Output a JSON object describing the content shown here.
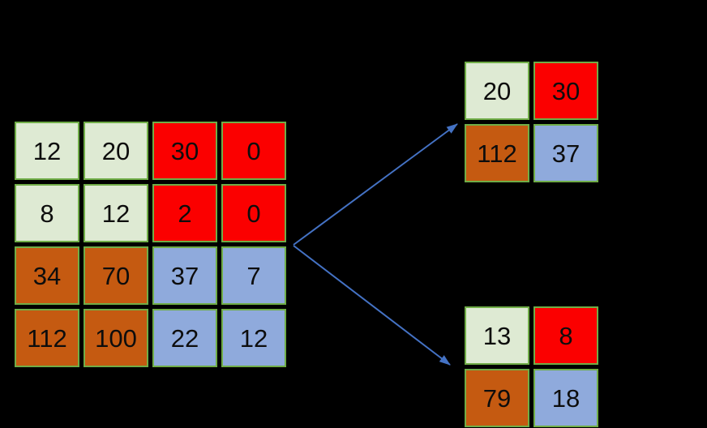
{
  "colors": {
    "background": "#000000",
    "green": "#DEEAD3",
    "red": "#FB0000",
    "brown": "#C55A11",
    "blue": "#8FAADC",
    "border": "#70AD47",
    "arrow": "#4472C4",
    "text": "#0d0d0d"
  },
  "input_matrix": {
    "cells": [
      {
        "value": "12",
        "color": "green"
      },
      {
        "value": "20",
        "color": "green"
      },
      {
        "value": "30",
        "color": "red"
      },
      {
        "value": "0",
        "color": "red"
      },
      {
        "value": "8",
        "color": "green"
      },
      {
        "value": "12",
        "color": "green"
      },
      {
        "value": "2",
        "color": "red"
      },
      {
        "value": "0",
        "color": "red"
      },
      {
        "value": "34",
        "color": "brown"
      },
      {
        "value": "70",
        "color": "brown"
      },
      {
        "value": "37",
        "color": "blue"
      },
      {
        "value": "7",
        "color": "blue"
      },
      {
        "value": "112",
        "color": "brown"
      },
      {
        "value": "100",
        "color": "brown"
      },
      {
        "value": "22",
        "color": "blue"
      },
      {
        "value": "12",
        "color": "blue"
      }
    ]
  },
  "output_matrix_top": {
    "cells": [
      {
        "value": "20",
        "color": "green"
      },
      {
        "value": "30",
        "color": "red"
      },
      {
        "value": "112",
        "color": "brown"
      },
      {
        "value": "37",
        "color": "blue"
      }
    ]
  },
  "output_matrix_bottom": {
    "cells": [
      {
        "value": "13",
        "color": "green"
      },
      {
        "value": "8",
        "color": "red"
      },
      {
        "value": "79",
        "color": "brown"
      },
      {
        "value": "18",
        "color": "blue"
      }
    ]
  }
}
